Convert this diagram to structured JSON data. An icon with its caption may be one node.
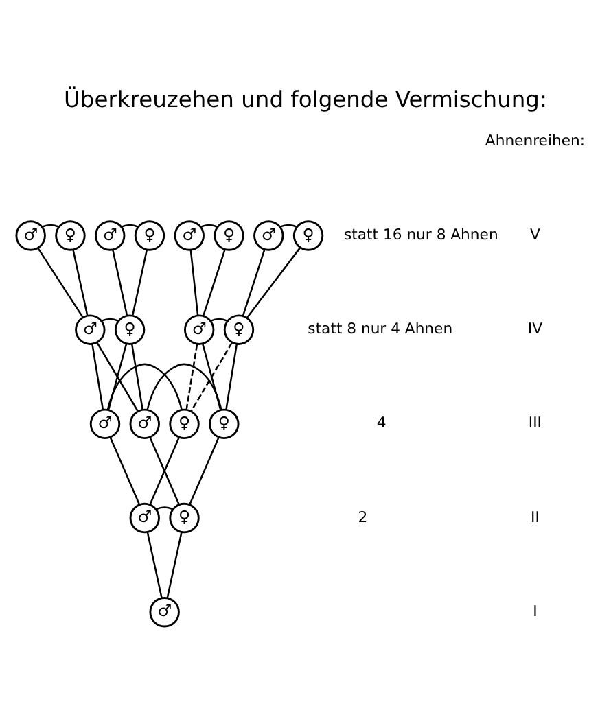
{
  "diagram": {
    "title": "Überkreuzehen und folgende Vermischung:",
    "nodes": [
      {
        "text": [
          "♂"
        ]
      },
      {
        "text": [
          "♀"
        ]
      },
      {
        "text": [
          "♂"
        ]
      },
      {
        "text": [
          "♀"
        ]
      },
      {
        "text": [
          "♂"
        ]
      },
      {
        "text": [
          "♀"
        ]
      },
      {
        "text": [
          "♂"
        ]
      },
      {
        "text": [
          "♀"
        ]
      },
      {
        "text": [
          "♂"
        ]
      },
      {
        "text": [
          "♀"
        ]
      },
      {
        "text": [
          "♂"
        ]
      },
      {
        "text": [
          "♀"
        ]
      },
      {
        "text": [
          "♂"
        ]
      },
      {
        "text": [
          "♀"
        ]
      },
      {
        "text": [
          "♂"
        ]
      },
      {
        "text": [
          "♀"
        ]
      },
      {
        "text": [
          "♂"
        ]
      },
      {
        "text": [
          "♀"
        ]
      },
      {
        "text": [
          "♂"
        ]
      }
    ],
    "edges": [
      {
        "from": 0,
        "to": 1,
        "arrow": "none"
      },
      {
        "from": 2,
        "to": 3,
        "arrow": "none"
      },
      {
        "from": 4,
        "to": 5,
        "arrow": "none"
      },
      {
        "from": 6,
        "to": 7,
        "arrow": "none"
      },
      {
        "from": 0,
        "to": 8,
        "arrow": "none"
      },
      {
        "from": 1,
        "to": 8,
        "arrow": "none"
      },
      {
        "from": 2,
        "to": 9,
        "arrow": "none"
      },
      {
        "from": 3,
        "to": 9,
        "arrow": "none"
      },
      {
        "from": 4,
        "to": 10,
        "arrow": "none"
      },
      {
        "from": 5,
        "to": 10,
        "arrow": "none"
      },
      {
        "from": 6,
        "to": 11,
        "arrow": "none"
      },
      {
        "from": 7,
        "to": 11,
        "arrow": "none"
      },
      {
        "from": 8,
        "to": 9,
        "arrow": "none"
      },
      {
        "from": 10,
        "to": 11,
        "arrow": "none"
      },
      {
        "from": 8,
        "to": 12,
        "arrow": "none"
      },
      {
        "from": 9,
        "to": 12,
        "arrow": "none"
      },
      {
        "from": 8,
        "to": 14,
        "arrow": "none"
      },
      {
        "from": 9,
        "to": 14,
        "arrow": "none"
      },
      {
        "from": 10,
        "to": 13,
        "arrow": "none",
        "style": "dashed"
      },
      {
        "from": 11,
        "to": 13,
        "arrow": "none",
        "style": "dashed"
      },
      {
        "from": 10,
        "to": 15,
        "arrow": "none"
      },
      {
        "from": 11,
        "to": 15,
        "arrow": "none"
      },
      {
        "from": 12,
        "to": 13,
        "arrow": "none"
      },
      {
        "from": 14,
        "to": 15,
        "arrow": "none"
      },
      {
        "from": 12,
        "to": 16,
        "arrow": "none"
      },
      {
        "from": 13,
        "to": 16,
        "arrow": "none"
      },
      {
        "from": 14,
        "to": 17,
        "arrow": "none"
      },
      {
        "from": 15,
        "to": 17,
        "arrow": "none"
      },
      {
        "from": 16,
        "to": 17,
        "arrow": "none"
      },
      {
        "from": 16,
        "to": 18,
        "arrow": "none"
      },
      {
        "from": 17,
        "to": 18,
        "arrow": "none"
      }
    ],
    "labels": [
      "Ahnenreihen:",
      "V",
      "statt 16 nur 8 Ahnen",
      "IV",
      "statt 8 nur 4 Ahnen",
      "III",
      "4",
      "II",
      "2",
      "I"
    ]
  }
}
